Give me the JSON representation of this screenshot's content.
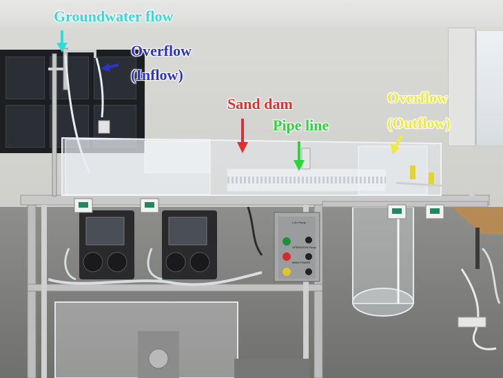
{
  "labels": {
    "groundwater_flow": "Groundwater flow",
    "overflow_inflow_line1": "Overflow",
    "overflow_inflow_line2": "(Inflow)",
    "sand_dam": "Sand dam",
    "pipe_line": "Pipe line",
    "overflow_outflow_line1": "Overflow",
    "overflow_outflow_line2": "(Outflow)"
  },
  "colors": {
    "groundwater_flow": "#35d9d9",
    "overflow_inflow": "#2d33c9",
    "sand_dam": "#e02f2f",
    "pipe_line": "#2bd43a",
    "overflow_outflow": "#f2ea3a"
  },
  "controller_panel": {
    "title": "L-Ex Pump",
    "mode_label": "OPERATION Pump",
    "main_power_label": "MAIN POWER"
  }
}
